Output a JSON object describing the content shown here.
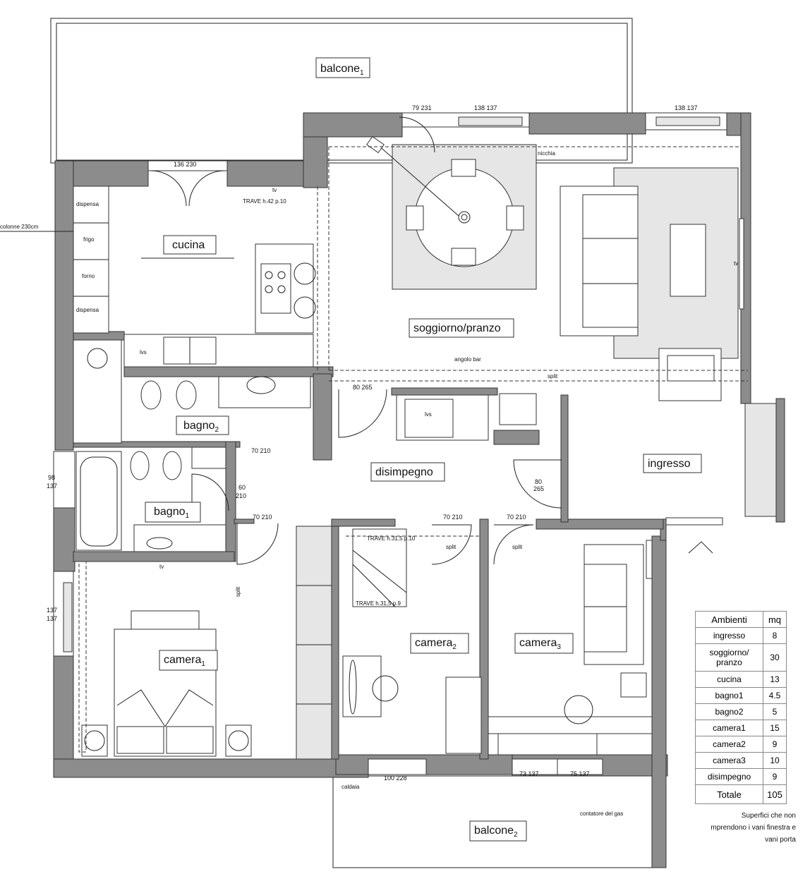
{
  "rooms": {
    "balcone1": {
      "name": "balcone",
      "sub": "1"
    },
    "balcone2": {
      "name": "balcone",
      "sub": "2"
    },
    "cucina": "cucina",
    "soggiorno": "soggiorno/pranzo",
    "bagno2": {
      "name": "bagno",
      "sub": "2"
    },
    "bagno1": {
      "name": "bagno",
      "sub": "1"
    },
    "disimpegno": "disimpegno",
    "ingresso": "ingresso",
    "camera1": {
      "name": "camera",
      "sub": "1"
    },
    "camera2": {
      "name": "camera",
      "sub": "2"
    },
    "camera3": {
      "name": "camera",
      "sub": "3"
    }
  },
  "labels": {
    "dispensa": "dispensa",
    "frigo": "frigo",
    "forno": "forno",
    "colonne": "colonne 230cm",
    "tv": "tv",
    "trave_cucina": "TRAVE h.42 p.10",
    "trave_c2a": "TRAVE h.31,5 p.10",
    "trave_c2b": "TRAVE h.31,5 p.9",
    "nicchia": "nicchia",
    "angolo_bar": "angolo bar",
    "split": "split",
    "lvs": "lvs",
    "caldaia": "caldaia",
    "contatore": "contatore del gas"
  },
  "dimensions": {
    "cucina_win": "136  230",
    "sogg_win1": "79  231",
    "sogg_win2": "138  137",
    "sogg_win3": "138  137",
    "d_80_265_a": "80  265",
    "d_70_210_a": "70  210",
    "d_60_210": "60",
    "d_60_210b": "210",
    "d_80_265_b1": "80",
    "d_80_265_b2": "265",
    "d_70_210_b": "70  210",
    "d_70_210_c": "70  210",
    "d_70_210_d": "70  210",
    "bagno1_win1": "98",
    "bagno1_win2": "137",
    "cam1_win1": "137",
    "cam1_win2": "137",
    "cam2_win": "100  228",
    "cam3_win1": "73  137",
    "cam3_win2": "75  137"
  },
  "table": {
    "header": [
      "Ambienti",
      "mq"
    ],
    "rows": [
      [
        "ingresso",
        "8"
      ],
      [
        "soggiorno/ pranzo",
        "30"
      ],
      [
        "cucina",
        "13"
      ],
      [
        "bagno1",
        "4.5"
      ],
      [
        "bagno2",
        "5"
      ],
      [
        "camera1",
        "15"
      ],
      [
        "camera2",
        "9"
      ],
      [
        "camera3",
        "10"
      ],
      [
        "disimpegno",
        "9"
      ]
    ],
    "total": [
      "Totale",
      "105"
    ]
  },
  "note": [
    "Superfici che non",
    "mprendono i vani finestra e",
    "vani porta"
  ]
}
